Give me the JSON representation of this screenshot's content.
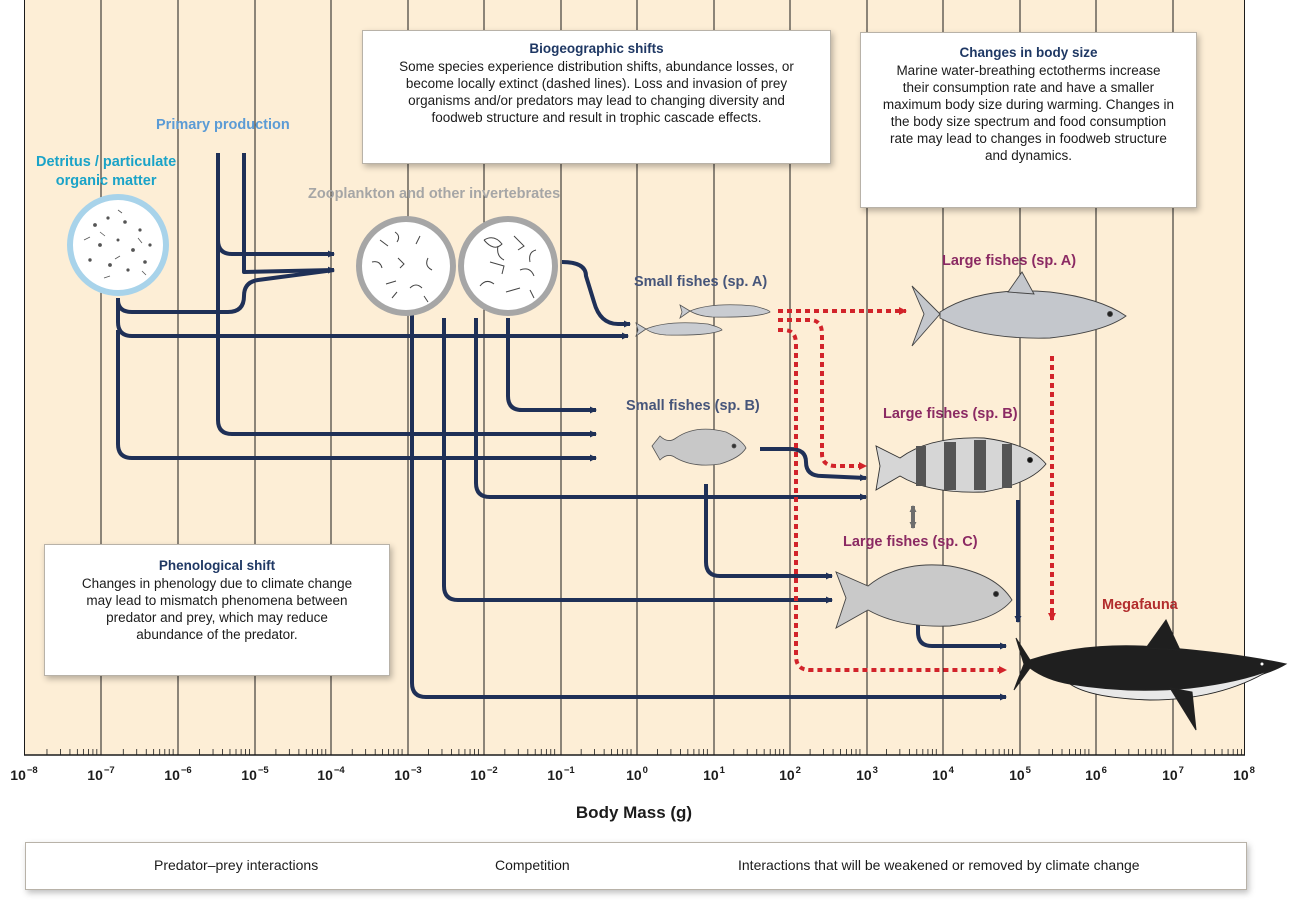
{
  "axis": {
    "title": "Body Mass (g)",
    "ticks": [
      {
        "base": "10",
        "exp": "−8"
      },
      {
        "base": "10",
        "exp": "−7"
      },
      {
        "base": "10",
        "exp": "−6"
      },
      {
        "base": "10",
        "exp": "−5"
      },
      {
        "base": "10",
        "exp": "−4"
      },
      {
        "base": "10",
        "exp": "−3"
      },
      {
        "base": "10",
        "exp": "−2"
      },
      {
        "base": "10",
        "exp": "−1"
      },
      {
        "base": "10",
        "exp": "0"
      },
      {
        "base": "10",
        "exp": "1"
      },
      {
        "base": "10",
        "exp": "2"
      },
      {
        "base": "10",
        "exp": "3"
      },
      {
        "base": "10",
        "exp": "4"
      },
      {
        "base": "10",
        "exp": "5"
      },
      {
        "base": "10",
        "exp": "6"
      },
      {
        "base": "10",
        "exp": "7"
      },
      {
        "base": "10",
        "exp": "8"
      }
    ]
  },
  "nodes": {
    "primary": "Primary production",
    "detritus_line1": "Detritus / particulate",
    "detritus_line2": "organic matter",
    "zooplankton": "Zooplankton and other invertebrates",
    "small_a": "Small fishes (sp. A)",
    "small_b": "Small fishes (sp. B)",
    "large_a": "Large fishes (sp. A)",
    "large_b": "Large fishes (sp. B)",
    "large_c": "Large fishes (sp. C)",
    "megafauna": "Megafauna"
  },
  "boxes": {
    "biogeo": {
      "title": "Biogeographic shifts",
      "lines": [
        "Some species experience distribution shifts, abundance losses, or",
        "become locally extinct (dashed lines). Loss and invasion of prey",
        "organisms and/or predators may lead to changing diversity and",
        "foodweb structure and result in trophic cascade effects."
      ]
    },
    "bodysize": {
      "title": "Changes in body size",
      "lines": [
        "Marine water-breathing ectotherms increase",
        "their consumption rate and have a  smaller",
        "maximum body size during warming. Changes in",
        "the body size spectrum and food consumption",
        "rate may lead to changes in foodweb structure",
        "and dynamics."
      ]
    },
    "phenology": {
      "title": "Phenological shift",
      "lines": [
        "Changes in phenology due to climate change",
        "may lead to mismatch phenomena between",
        "predator and prey, which may reduce",
        "abundance of the predator."
      ]
    }
  },
  "legend": {
    "predator_prey": "Predator–prey interactions",
    "competition": "Competition",
    "climate": "Interactions that will be weakened or removed by climate change"
  },
  "colors": {
    "background": "#fdeed6",
    "gridline": "#1b1b1b",
    "predator_prey_arrow": "#1f3057",
    "competition_arrow": "#6d6d6d",
    "climate_arrow": "#d2232a"
  }
}
